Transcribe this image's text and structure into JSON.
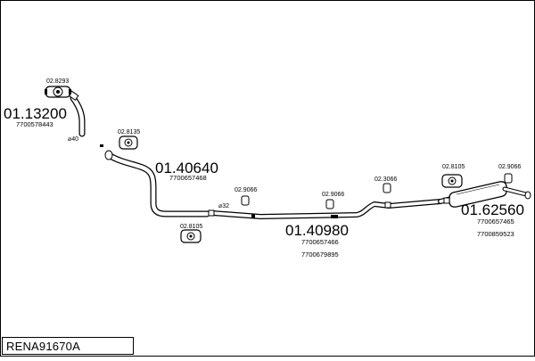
{
  "diagram": {
    "code": "RENA91670A",
    "parts": [
      {
        "number": "01.13200",
        "oe": [
          "7700578443"
        ]
      },
      {
        "number": "01.40640",
        "oe": [
          "7700657468"
        ]
      },
      {
        "number": "01.40980",
        "oe": [
          "7700657466",
          "7700679895"
        ]
      },
      {
        "number": "01.62560",
        "oe": [
          "7700657465",
          "7700859523"
        ]
      }
    ],
    "accessories": [
      "02.8293",
      "02.8135",
      "02.9066",
      "02.8105",
      "02.9066",
      "02.3066",
      "02.8105",
      "02.9066"
    ],
    "diameters": [
      "⌀40",
      "⌀32"
    ]
  }
}
